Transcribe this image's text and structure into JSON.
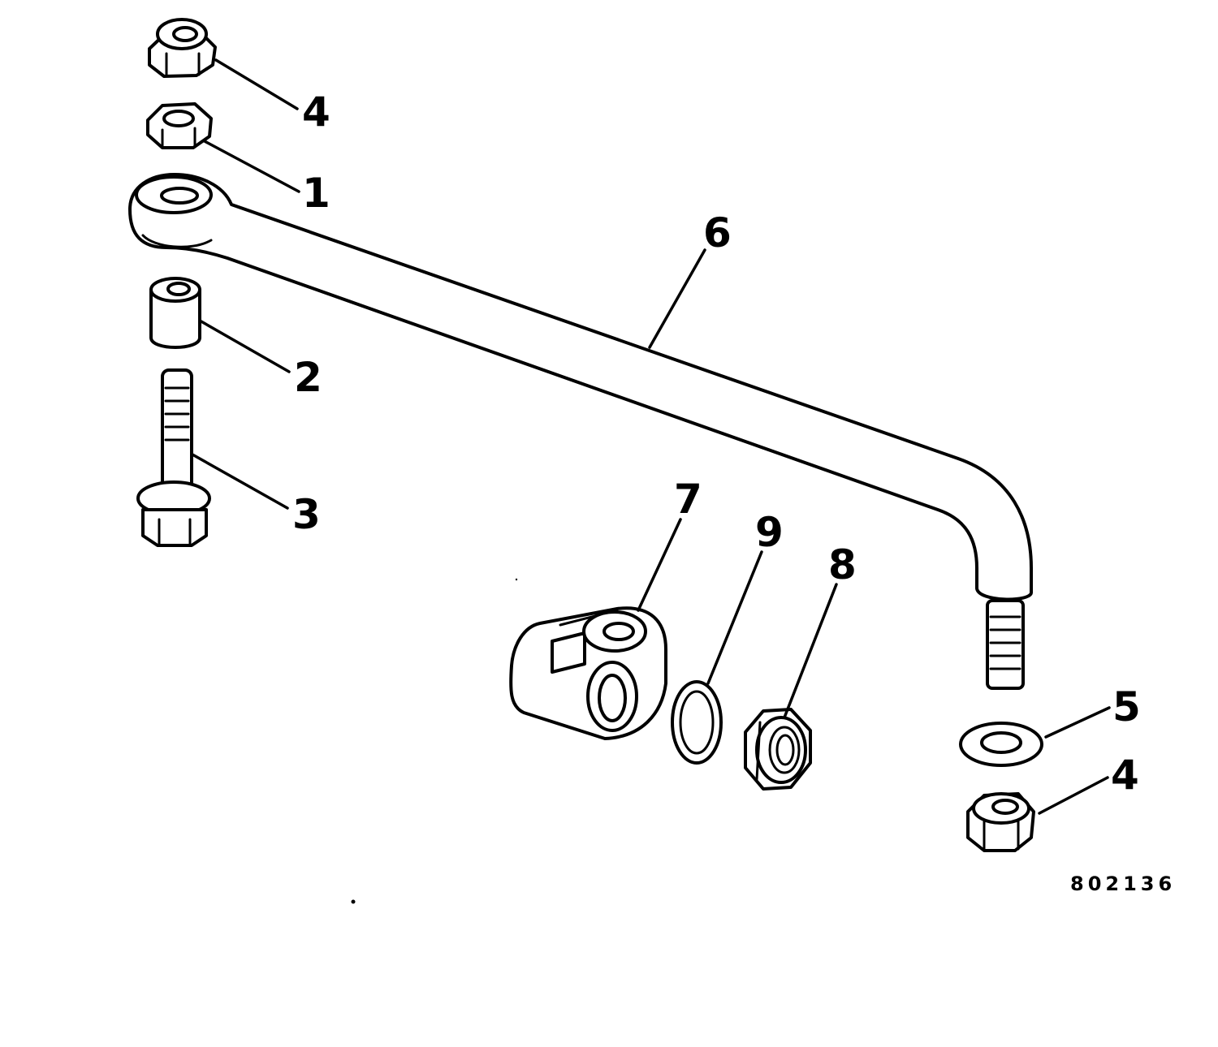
{
  "diagram": {
    "callouts": {
      "nut_top": "4",
      "hex_nut": "1",
      "spacer": "2",
      "bolt": "3",
      "link": "6",
      "connector": "7",
      "washer_small": "9",
      "lock_nut": "8",
      "washer_flat": "5",
      "nut_bottom": "4"
    },
    "reference_number": "802136",
    "colors": {
      "line": "#000000",
      "background": "#ffffff"
    }
  }
}
